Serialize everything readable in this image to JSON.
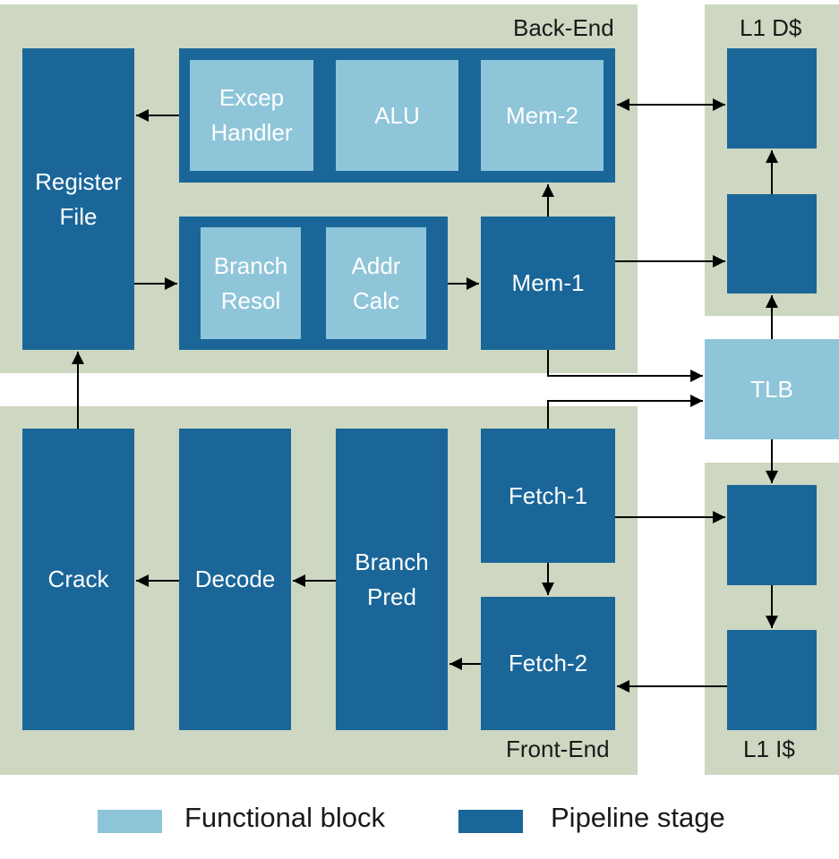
{
  "regions": {
    "back_end": "Back-End",
    "front_end": "Front-End",
    "l1_dcache": "L1 D$",
    "l1_icache": "L1 I$"
  },
  "blocks": {
    "register_file": "Register\nFile",
    "excep_handler": "Excep\nHandler",
    "alu": "ALU",
    "mem2": "Mem-2",
    "branch_resol": "Branch\nResol",
    "addr_calc": "Addr\nCalc",
    "mem1": "Mem-1",
    "tlb": "TLB",
    "crack": "Crack",
    "decode": "Decode",
    "branch_pred": "Branch\nPred",
    "fetch1": "Fetch-1",
    "fetch2": "Fetch-2"
  },
  "legend": {
    "functional_block": "Functional block",
    "pipeline_stage": "Pipeline stage"
  },
  "colors": {
    "region_bg": "#cdd7c1",
    "pipeline_stage": "#1a6699",
    "functional_block": "#8fc5d9",
    "arrow": "#000000"
  }
}
